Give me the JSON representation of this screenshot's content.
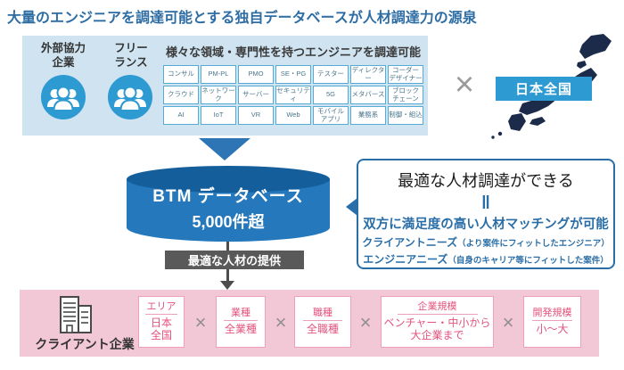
{
  "title": "大量のエンジニアを調達可能とする独自データベースが人材調達力の源泉",
  "panel": {
    "groups": [
      {
        "label": "外部協力\n企業"
      },
      {
        "label": "フリー\nランス"
      }
    ],
    "heading": "様々な領域・専門性を持つエンジニアを調達可能",
    "skills": [
      "コンサル",
      "PM-PL",
      "PMO",
      "SE・PG",
      "テスター",
      "ディレクター",
      "コーダー\nデザイナー",
      "クラウド",
      "ネットワーク",
      "サーバー",
      "セキュリティ",
      "5G",
      "メタバース",
      "ブロック\nチェーン",
      "AI",
      "IoT",
      "VR",
      "Web",
      "モバイル\nアプリ",
      "業務系",
      "制御・組込"
    ]
  },
  "map": {
    "label": "日本全国"
  },
  "cylinder": {
    "line1": "BTM データベース",
    "line2": "5,000件超"
  },
  "provision": {
    "label": "最適な人材の提供"
  },
  "result_box": {
    "headline": "最適な人材調達ができる",
    "equals": "‖",
    "subheadline": "双方に満足度の高い人材マッチングが可能",
    "needs": [
      {
        "label": "クライアントニーズ",
        "note": "（より案件にフィットしたエンジニア）"
      },
      {
        "label": "エンジニアニーズ",
        "note": "（自身のキャリア等にフィットした案件）"
      }
    ]
  },
  "client_row": {
    "label": "クライアント企業",
    "filters": [
      {
        "title": "エリア",
        "value": "日本\n全国"
      },
      {
        "title": "業種",
        "value": "全業種"
      },
      {
        "title": "職種",
        "value": "全職種"
      },
      {
        "title": "企業規模",
        "value": "ベンチャー・中小から\n大企業まで"
      },
      {
        "title": "開発規模",
        "value": "小〜大"
      }
    ]
  },
  "symbols": {
    "multiply": "×"
  },
  "colors": {
    "title_blue": "#2e6da4",
    "panel_blue": "#cfe3f1",
    "cell_border_blue": "#55abd4",
    "sky_blue": "#2e9ad2",
    "cylinder_blue": "#2478bb",
    "cylinder_top_blue": "#155e9c",
    "map_navy": "#1c2b4a",
    "gray_box": "#595959",
    "pink_band": "#f2c7d6",
    "pink_text": "#e4537e"
  }
}
